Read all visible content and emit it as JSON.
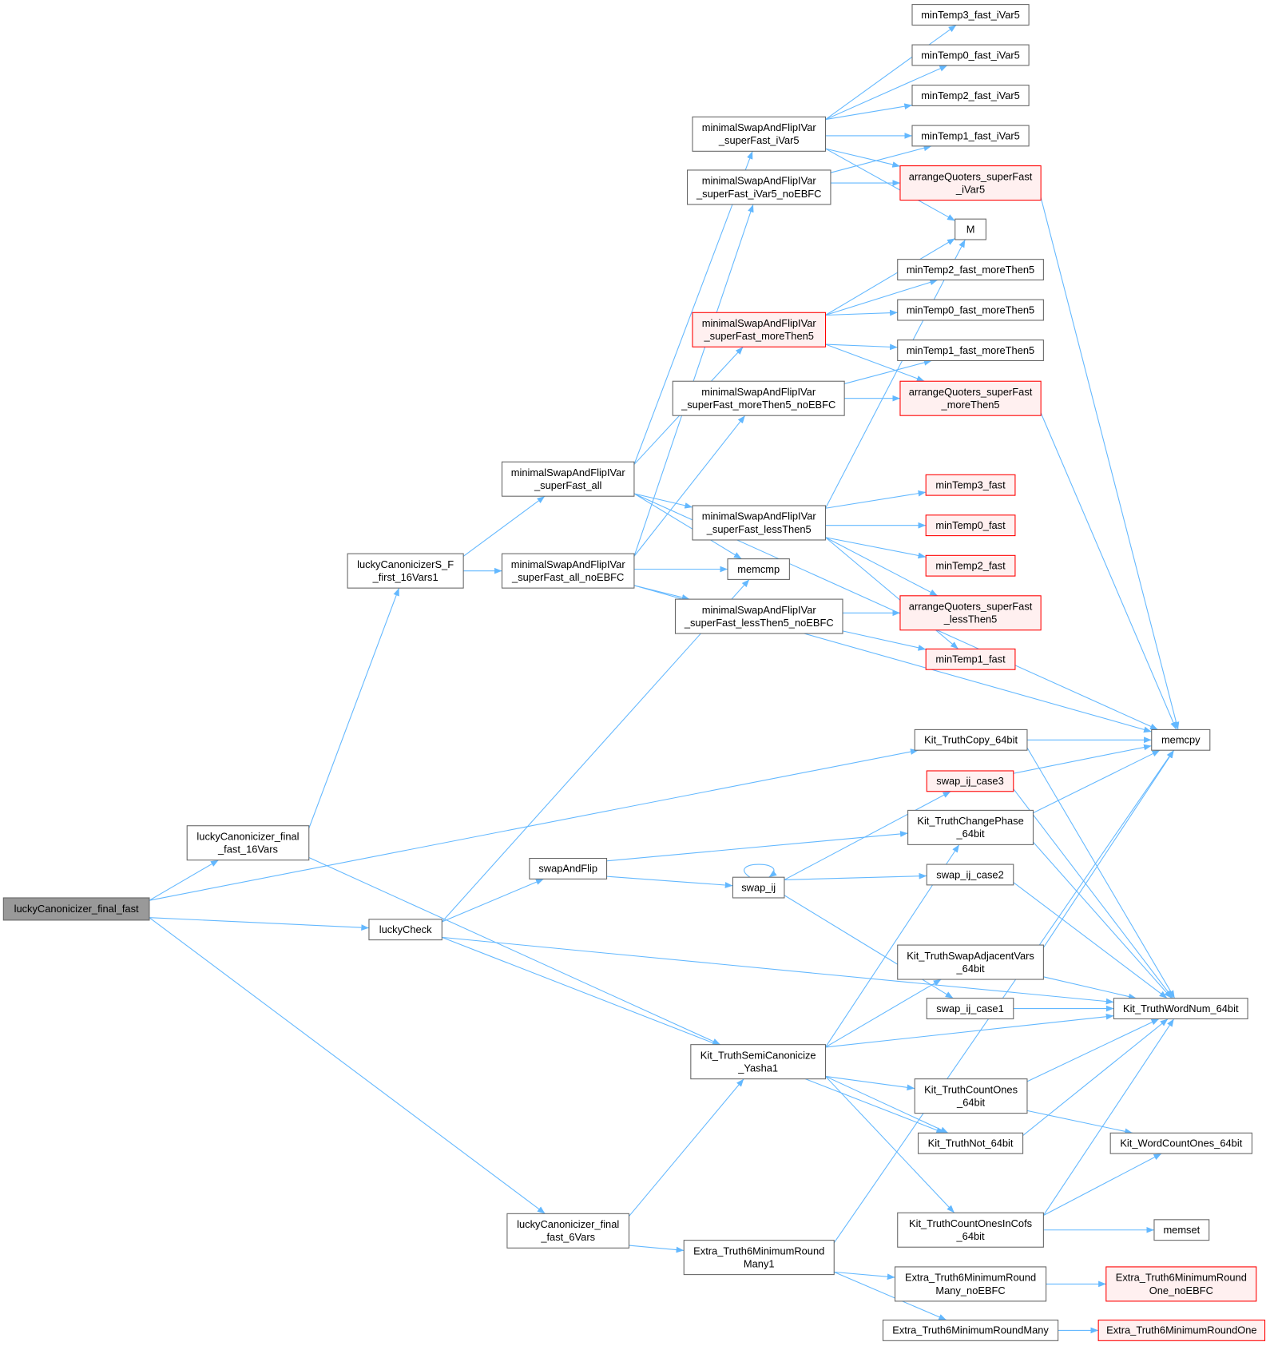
{
  "colors": {
    "edge": "#63b8ff",
    "node_border": "#666666",
    "root_fill": "#999999",
    "red_border": "#ff0000",
    "red_fill": "#fff0f0"
  },
  "nodes": [
    {
      "id": "n1",
      "lines": [
        "luckyCanonicizer_final_fast"
      ],
      "style": "root"
    },
    {
      "id": "n2",
      "lines": [
        "luckyCanonicizer_final",
        "_fast_16Vars"
      ]
    },
    {
      "id": "n3",
      "lines": [
        "luckyCanonicizerS_F",
        "_first_16Vars1"
      ]
    },
    {
      "id": "n4",
      "lines": [
        "luckyCheck"
      ]
    },
    {
      "id": "n5",
      "lines": [
        "luckyCanonicizer_final",
        "_fast_6Vars"
      ]
    },
    {
      "id": "n6",
      "lines": [
        "minimalSwapAndFlipIVar",
        "_superFast_all"
      ]
    },
    {
      "id": "n7",
      "lines": [
        "minimalSwapAndFlipIVar",
        "_superFast_all_noEBFC"
      ]
    },
    {
      "id": "n8",
      "lines": [
        "swapAndFlip"
      ]
    },
    {
      "id": "n9",
      "lines": [
        "minimalSwapAndFlipIVar",
        "_superFast_iVar5"
      ]
    },
    {
      "id": "n10",
      "lines": [
        "minimalSwapAndFlipIVar",
        "_superFast_iVar5_noEBFC"
      ]
    },
    {
      "id": "n11",
      "lines": [
        "minimalSwapAndFlipIVar",
        "_superFast_moreThen5"
      ],
      "style": "red"
    },
    {
      "id": "n12",
      "lines": [
        "minimalSwapAndFlipIVar",
        "_superFast_moreThen5_noEBFC"
      ]
    },
    {
      "id": "n13",
      "lines": [
        "minimalSwapAndFlipIVar",
        "_superFast_lessThen5"
      ]
    },
    {
      "id": "n14",
      "lines": [
        "memcmp"
      ]
    },
    {
      "id": "n15",
      "lines": [
        "minimalSwapAndFlipIVar",
        "_superFast_lessThen5_noEBFC"
      ]
    },
    {
      "id": "n16",
      "lines": [
        "swap_ij"
      ]
    },
    {
      "id": "n17",
      "lines": [
        "Kit_TruthSemiCanonicize",
        "_Yasha1"
      ]
    },
    {
      "id": "n18",
      "lines": [
        "Extra_Truth6MinimumRound",
        "Many1"
      ]
    },
    {
      "id": "n19",
      "lines": [
        "minTemp3_fast_iVar5"
      ]
    },
    {
      "id": "n20",
      "lines": [
        "minTemp0_fast_iVar5"
      ]
    },
    {
      "id": "n21",
      "lines": [
        "minTemp2_fast_iVar5"
      ]
    },
    {
      "id": "n22",
      "lines": [
        "minTemp1_fast_iVar5"
      ]
    },
    {
      "id": "n23",
      "lines": [
        "arrangeQuoters_superFast",
        "_iVar5"
      ],
      "style": "red"
    },
    {
      "id": "n24",
      "lines": [
        "M"
      ]
    },
    {
      "id": "n25",
      "lines": [
        "minTemp2_fast_moreThen5"
      ]
    },
    {
      "id": "n26",
      "lines": [
        "minTemp0_fast_moreThen5"
      ]
    },
    {
      "id": "n27",
      "lines": [
        "minTemp1_fast_moreThen5"
      ]
    },
    {
      "id": "n28",
      "lines": [
        "arrangeQuoters_superFast",
        "_moreThen5"
      ],
      "style": "red"
    },
    {
      "id": "n29",
      "lines": [
        "minTemp3_fast"
      ],
      "style": "red"
    },
    {
      "id": "n30",
      "lines": [
        "minTemp0_fast"
      ],
      "style": "red"
    },
    {
      "id": "n31",
      "lines": [
        "minTemp2_fast"
      ],
      "style": "red"
    },
    {
      "id": "n32",
      "lines": [
        "arrangeQuoters_superFast",
        "_lessThen5"
      ],
      "style": "red"
    },
    {
      "id": "n33",
      "lines": [
        "minTemp1_fast"
      ],
      "style": "red"
    },
    {
      "id": "n34",
      "lines": [
        "memcpy"
      ]
    },
    {
      "id": "n35",
      "lines": [
        "Kit_TruthCopy_64bit"
      ]
    },
    {
      "id": "n36",
      "lines": [
        "swap_ij_case3"
      ],
      "style": "red"
    },
    {
      "id": "n37",
      "lines": [
        "Kit_TruthChangePhase",
        "_64bit"
      ]
    },
    {
      "id": "n38",
      "lines": [
        "swap_ij_case2"
      ]
    },
    {
      "id": "n39",
      "lines": [
        "Kit_TruthSwapAdjacentVars",
        "_64bit"
      ]
    },
    {
      "id": "n40",
      "lines": [
        "swap_ij_case1"
      ]
    },
    {
      "id": "n41",
      "lines": [
        "Kit_TruthWordNum_64bit"
      ]
    },
    {
      "id": "n42",
      "lines": [
        "Kit_TruthCountOnes",
        "_64bit"
      ]
    },
    {
      "id": "n43",
      "lines": [
        "Kit_TruthNot_64bit"
      ]
    },
    {
      "id": "n44",
      "lines": [
        "Kit_WordCountOnes_64bit"
      ]
    },
    {
      "id": "n45",
      "lines": [
        "Kit_TruthCountOnesInCofs",
        "_64bit"
      ]
    },
    {
      "id": "n46",
      "lines": [
        "memset"
      ]
    },
    {
      "id": "n47",
      "lines": [
        "Extra_Truth6MinimumRound",
        "Many_noEBFC"
      ]
    },
    {
      "id": "n48",
      "lines": [
        "Extra_Truth6MinimumRound",
        "One_noEBFC"
      ],
      "style": "red"
    },
    {
      "id": "n49",
      "lines": [
        "Extra_Truth6MinimumRoundMany"
      ]
    },
    {
      "id": "n50",
      "lines": [
        "Extra_Truth6MinimumRoundOne"
      ],
      "style": "red"
    }
  ],
  "edges": [
    [
      "n1",
      "n2"
    ],
    [
      "n1",
      "n4"
    ],
    [
      "n1",
      "n5"
    ],
    [
      "n1",
      "n35"
    ],
    [
      "n2",
      "n3"
    ],
    [
      "n2",
      "n17"
    ],
    [
      "n3",
      "n6"
    ],
    [
      "n3",
      "n7"
    ],
    [
      "n4",
      "n8"
    ],
    [
      "n4",
      "n14"
    ],
    [
      "n4",
      "n43"
    ],
    [
      "n4",
      "n41"
    ],
    [
      "n5",
      "n17"
    ],
    [
      "n5",
      "n18"
    ],
    [
      "n6",
      "n9"
    ],
    [
      "n6",
      "n11"
    ],
    [
      "n6",
      "n13"
    ],
    [
      "n6",
      "n14"
    ],
    [
      "n6",
      "n34"
    ],
    [
      "n7",
      "n10"
    ],
    [
      "n7",
      "n12"
    ],
    [
      "n7",
      "n14"
    ],
    [
      "n7",
      "n15"
    ],
    [
      "n7",
      "n34"
    ],
    [
      "n8",
      "n37"
    ],
    [
      "n8",
      "n16"
    ],
    [
      "n9",
      "n19"
    ],
    [
      "n9",
      "n20"
    ],
    [
      "n9",
      "n21"
    ],
    [
      "n9",
      "n22"
    ],
    [
      "n9",
      "n23"
    ],
    [
      "n9",
      "n24"
    ],
    [
      "n10",
      "n22"
    ],
    [
      "n10",
      "n23"
    ],
    [
      "n11",
      "n24"
    ],
    [
      "n11",
      "n25"
    ],
    [
      "n11",
      "n26"
    ],
    [
      "n11",
      "n27"
    ],
    [
      "n11",
      "n28"
    ],
    [
      "n12",
      "n27"
    ],
    [
      "n12",
      "n28"
    ],
    [
      "n13",
      "n24"
    ],
    [
      "n13",
      "n29"
    ],
    [
      "n13",
      "n30"
    ],
    [
      "n13",
      "n31"
    ],
    [
      "n13",
      "n32"
    ],
    [
      "n13",
      "n33"
    ],
    [
      "n15",
      "n32"
    ],
    [
      "n15",
      "n33"
    ],
    [
      "n16",
      "n16"
    ],
    [
      "n16",
      "n36"
    ],
    [
      "n16",
      "n38"
    ],
    [
      "n16",
      "n40"
    ],
    [
      "n17",
      "n37"
    ],
    [
      "n17",
      "n39"
    ],
    [
      "n17",
      "n41"
    ],
    [
      "n17",
      "n42"
    ],
    [
      "n17",
      "n43"
    ],
    [
      "n17",
      "n45"
    ],
    [
      "n18",
      "n34"
    ],
    [
      "n18",
      "n47"
    ],
    [
      "n18",
      "n49"
    ],
    [
      "n23",
      "n34"
    ],
    [
      "n28",
      "n34"
    ],
    [
      "n35",
      "n34"
    ],
    [
      "n35",
      "n41"
    ],
    [
      "n36",
      "n34"
    ],
    [
      "n36",
      "n41"
    ],
    [
      "n37",
      "n34"
    ],
    [
      "n37",
      "n41"
    ],
    [
      "n38",
      "n41"
    ],
    [
      "n39",
      "n34"
    ],
    [
      "n39",
      "n41"
    ],
    [
      "n40",
      "n41"
    ],
    [
      "n42",
      "n41"
    ],
    [
      "n42",
      "n44"
    ],
    [
      "n43",
      "n41"
    ],
    [
      "n45",
      "n41"
    ],
    [
      "n45",
      "n44"
    ],
    [
      "n45",
      "n46"
    ],
    [
      "n47",
      "n48"
    ],
    [
      "n49",
      "n50"
    ]
  ]
}
